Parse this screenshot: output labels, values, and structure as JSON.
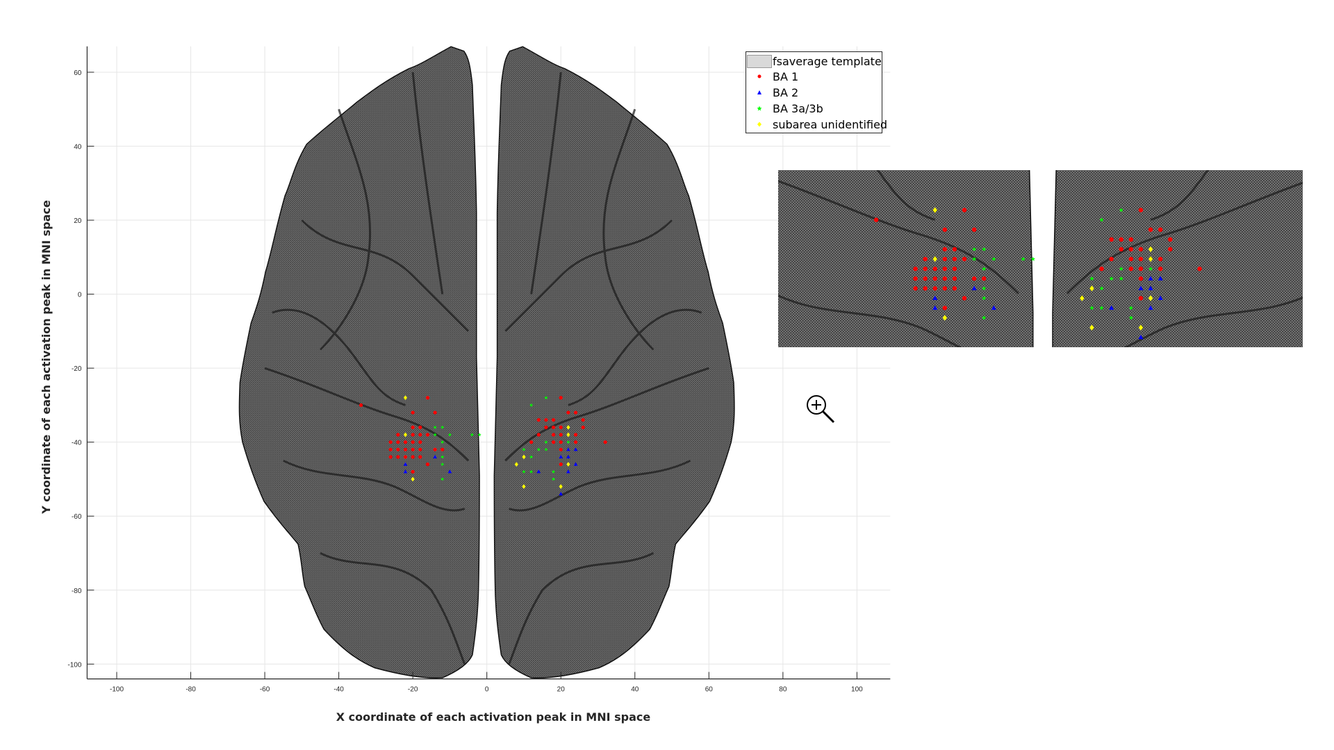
{
  "chart_data": {
    "type": "scatter",
    "title": "",
    "xlabel": "X coordinate of each activation peak in MNI space",
    "ylabel": "Y coordinate of each activation peak in MNI space",
    "xlim": [
      -108,
      109
    ],
    "ylim": [
      -104,
      67
    ],
    "xticks": [
      -100,
      -80,
      -60,
      -40,
      -20,
      0,
      20,
      40,
      60,
      80,
      100
    ],
    "yticks": [
      60,
      40,
      20,
      0,
      -20,
      -40,
      -60,
      -80,
      -100
    ],
    "grid": true,
    "legend_position": "top-right",
    "background_layer": "fsaverage template",
    "series": [
      {
        "name": "BA 1",
        "color": "#ff0000",
        "marker": "circle",
        "points": [
          [
            -16,
            -28
          ],
          [
            -20,
            -32
          ],
          [
            -14,
            -32
          ],
          [
            -20,
            -36
          ],
          [
            -18,
            -36
          ],
          [
            -24,
            -38
          ],
          [
            -20,
            -38
          ],
          [
            -18,
            -38
          ],
          [
            -16,
            -38
          ],
          [
            -26,
            -40
          ],
          [
            -24,
            -40
          ],
          [
            -22,
            -40
          ],
          [
            -20,
            -40
          ],
          [
            -18,
            -40
          ],
          [
            -26,
            -42
          ],
          [
            -24,
            -42
          ],
          [
            -22,
            -42
          ],
          [
            -20,
            -42
          ],
          [
            -18,
            -42
          ],
          [
            -14,
            -42
          ],
          [
            -12,
            -42
          ],
          [
            -26,
            -44
          ],
          [
            -24,
            -44
          ],
          [
            -22,
            -44
          ],
          [
            -20,
            -44
          ],
          [
            -18,
            -44
          ],
          [
            -16,
            -46
          ],
          [
            -20,
            -48
          ],
          [
            -34,
            -30
          ],
          [
            20,
            -28
          ],
          [
            22,
            -32
          ],
          [
            24,
            -32
          ],
          [
            14,
            -34
          ],
          [
            16,
            -34
          ],
          [
            18,
            -34
          ],
          [
            26,
            -34
          ],
          [
            16,
            -36
          ],
          [
            18,
            -36
          ],
          [
            20,
            -36
          ],
          [
            26,
            -36
          ],
          [
            14,
            -38
          ],
          [
            18,
            -38
          ],
          [
            20,
            -38
          ],
          [
            24,
            -38
          ],
          [
            12,
            -40
          ],
          [
            18,
            -40
          ],
          [
            20,
            -40
          ],
          [
            24,
            -40
          ],
          [
            32,
            -40
          ],
          [
            20,
            -42
          ],
          [
            20,
            -46
          ]
        ]
      },
      {
        "name": "BA 2",
        "color": "#0000ff",
        "marker": "triangle",
        "points": [
          [
            -14,
            -44
          ],
          [
            -22,
            -46
          ],
          [
            -22,
            -48
          ],
          [
            -10,
            -48
          ],
          [
            22,
            -42
          ],
          [
            24,
            -42
          ],
          [
            20,
            -44
          ],
          [
            22,
            -44
          ],
          [
            24,
            -46
          ],
          [
            14,
            -48
          ],
          [
            22,
            -48
          ],
          [
            20,
            -54
          ]
        ]
      },
      {
        "name": "BA 3a/3b",
        "color": "#00ff00",
        "marker": "star",
        "points": [
          [
            -14,
            -36
          ],
          [
            -12,
            -36
          ],
          [
            -14,
            -38
          ],
          [
            -10,
            -38
          ],
          [
            -4,
            -38
          ],
          [
            -2,
            -38
          ],
          [
            -12,
            -40
          ],
          [
            -12,
            -44
          ],
          [
            -12,
            -46
          ],
          [
            -12,
            -50
          ],
          [
            16,
            -28
          ],
          [
            12,
            -30
          ],
          [
            16,
            -40
          ],
          [
            22,
            -40
          ],
          [
            10,
            -42
          ],
          [
            14,
            -42
          ],
          [
            16,
            -42
          ],
          [
            12,
            -44
          ],
          [
            10,
            -48
          ],
          [
            12,
            -48
          ],
          [
            18,
            -48
          ],
          [
            18,
            -50
          ]
        ]
      },
      {
        "name": "subarea unidentified",
        "color": "#ffff00",
        "marker": "diamond",
        "points": [
          [
            -22,
            -28
          ],
          [
            -22,
            -38
          ],
          [
            -20,
            -50
          ],
          [
            22,
            -36
          ],
          [
            22,
            -38
          ],
          [
            10,
            -44
          ],
          [
            8,
            -46
          ],
          [
            22,
            -46
          ],
          [
            10,
            -52
          ],
          [
            20,
            -52
          ]
        ]
      }
    ],
    "inset": {
      "xlim": [
        -54,
        53
      ],
      "ylim": [
        -56,
        -20
      ]
    }
  },
  "legend": {
    "template_label": "fsaverage template",
    "items": [
      "BA 1",
      "BA 2",
      "BA 3a/3b",
      "subarea unidentified"
    ]
  },
  "icons": {
    "zoom": "zoom-in-icon"
  }
}
